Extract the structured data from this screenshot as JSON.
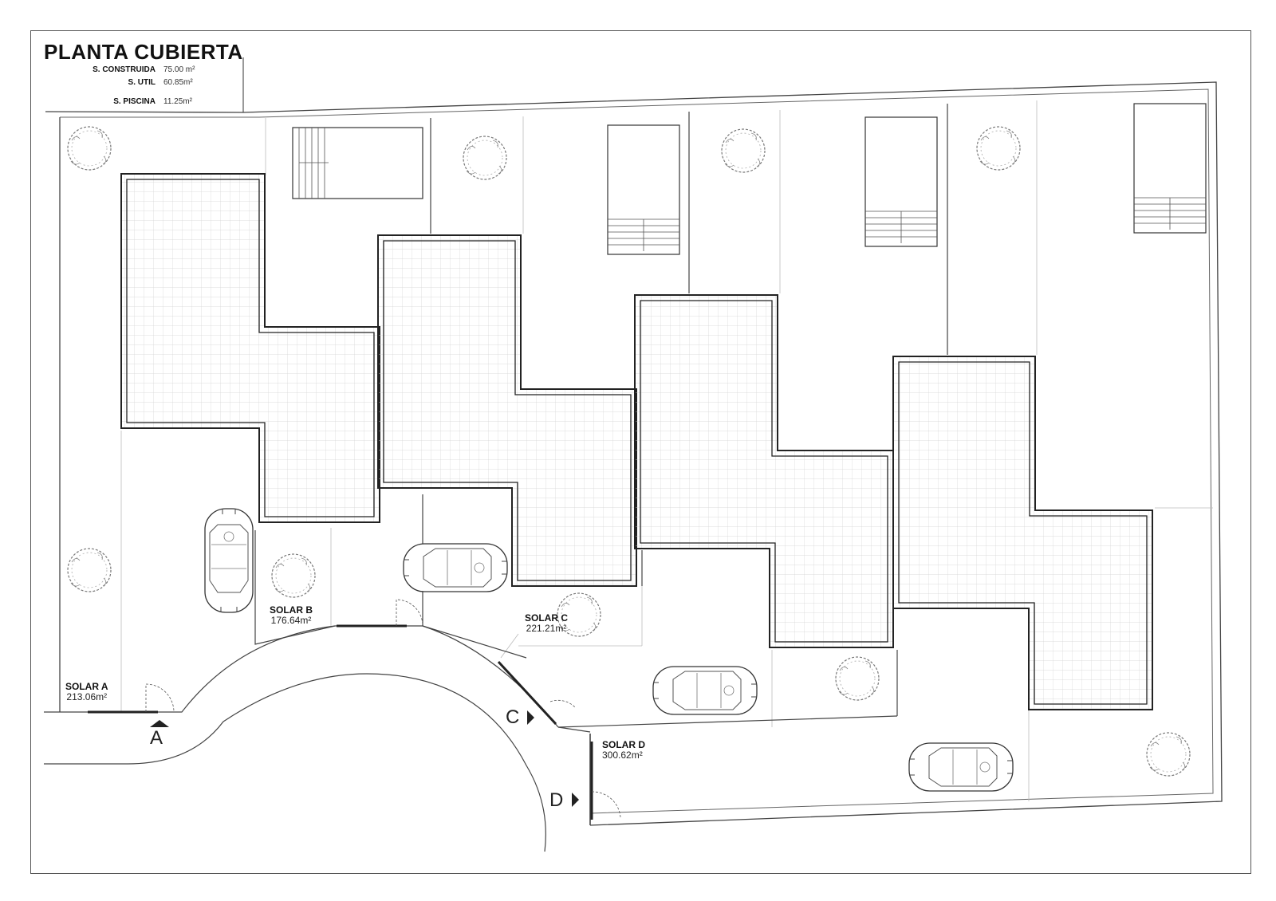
{
  "title": "PLANTA CUBIERTA",
  "areas": [
    {
      "label": "S. CONSTRUIDA",
      "value": "75.00 m²"
    },
    {
      "label": "S. UTIL",
      "value": "60.85m²"
    },
    {
      "label": "S. PISCINA",
      "value": "11.25m²"
    }
  ],
  "solars": [
    {
      "name": "SOLAR A",
      "area": "213.06m²"
    },
    {
      "name": "SOLAR B",
      "area": "176.64m²"
    },
    {
      "name": "SOLAR C",
      "area": "221.21m²"
    },
    {
      "name": "SOLAR D",
      "area": "300.62m²"
    }
  ],
  "accesses": [
    "A",
    "C",
    "D"
  ]
}
